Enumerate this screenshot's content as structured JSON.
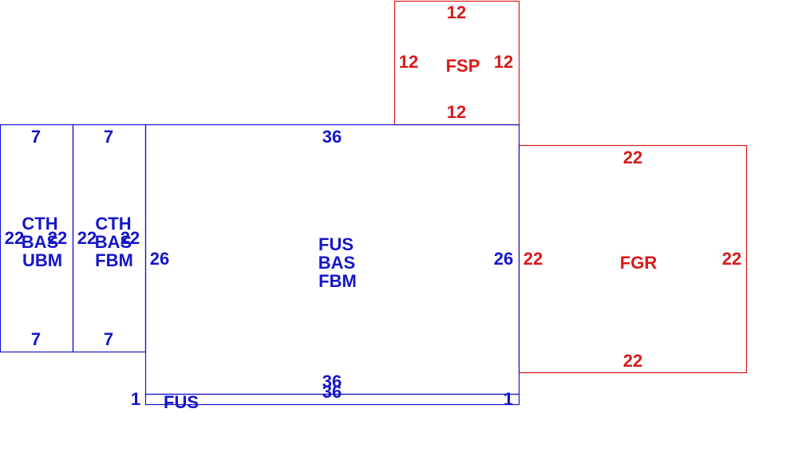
{
  "colors": {
    "main": "#1515c8",
    "secondary": "#d81a1a",
    "background": "#ffffff"
  },
  "areas": {
    "fus_main": {
      "codes": [
        "FUS",
        "BAS",
        "FBM"
      ],
      "top": "36",
      "bottom": "36",
      "left": "26",
      "right": "26"
    },
    "fus_strip": {
      "code": "FUS",
      "top": "36",
      "left": "1",
      "right": "1"
    },
    "cth_ubm": {
      "codes": [
        "CTH",
        "BAS",
        "UBM"
      ],
      "top": "7",
      "bottom": "7",
      "left": "22",
      "right": "22"
    },
    "cth_fbm": {
      "codes": [
        "CTH",
        "BAS",
        "FBM"
      ],
      "top": "7",
      "bottom": "7",
      "left": "22",
      "right": "22"
    },
    "fsp": {
      "code": "FSP",
      "top": "12",
      "bottom": "12",
      "left": "12",
      "right": "12"
    },
    "fgr": {
      "code": "FGR",
      "top": "22",
      "bottom": "22",
      "left": "22",
      "right": "22"
    }
  }
}
